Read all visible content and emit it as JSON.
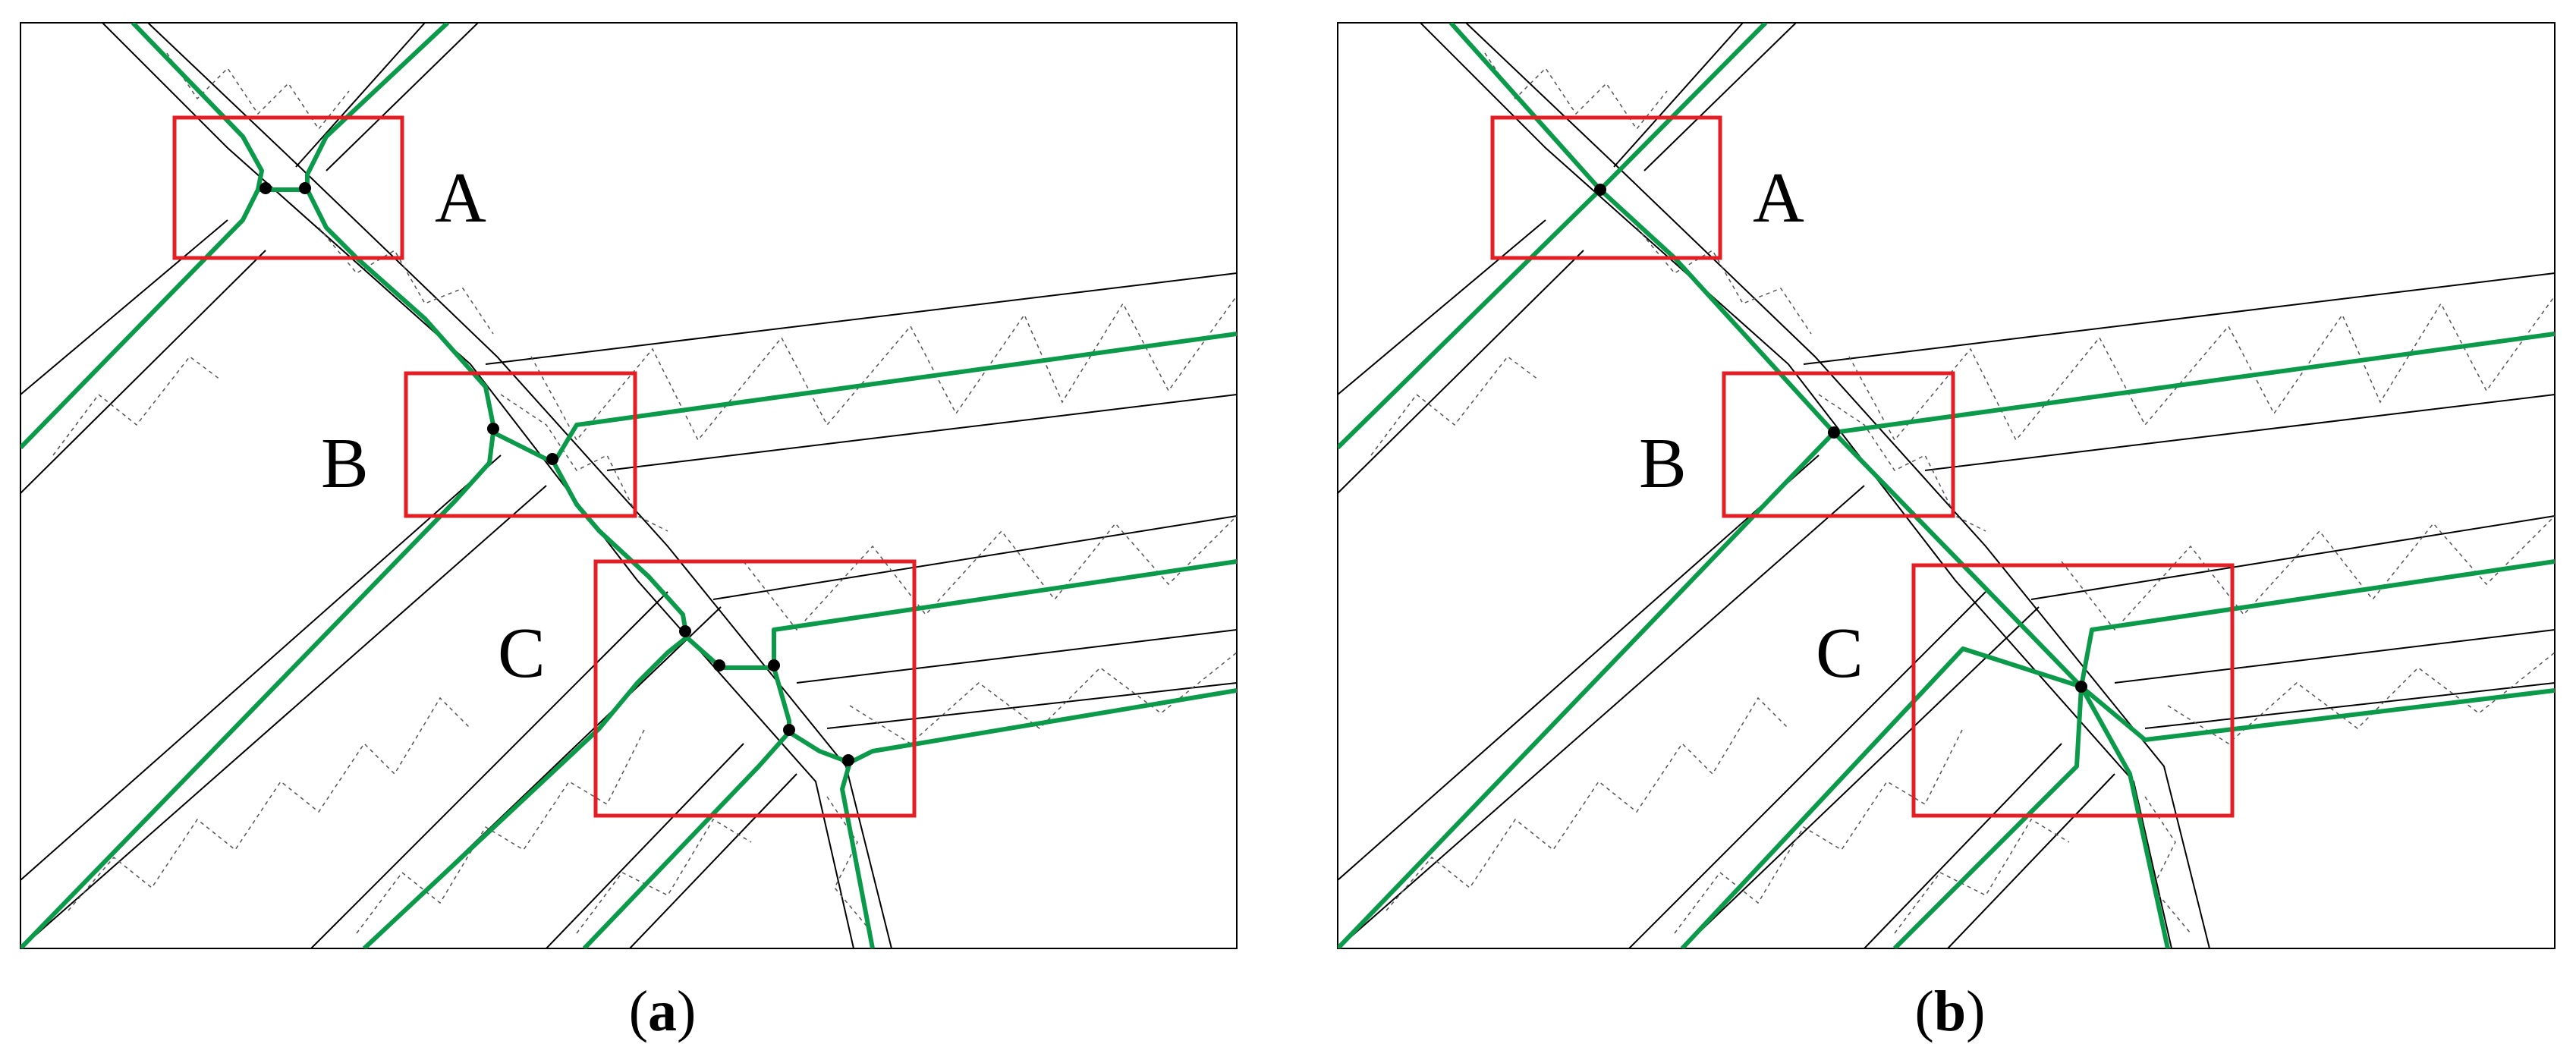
{
  "figure": {
    "panel_a": {
      "label": "a"
    },
    "panel_b": {
      "label": "b"
    },
    "regions": [
      "A",
      "B",
      "C"
    ]
  },
  "colors": {
    "centerline": "#0a9a4a",
    "highlight_box": "#e31e24",
    "road_edge": "#000000",
    "node": "#000000"
  }
}
